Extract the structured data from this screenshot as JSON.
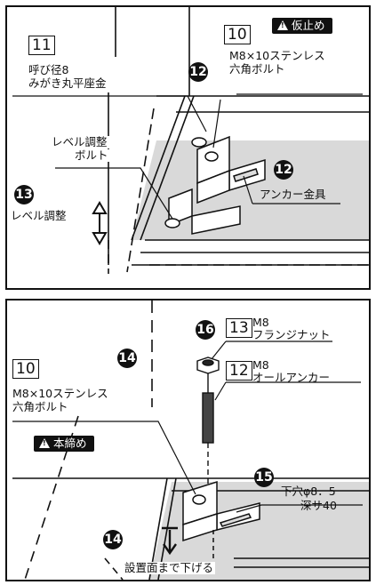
{
  "top": {
    "box_11": "11",
    "washer_label_1": "呼び径8",
    "washer_label_2": "みがき丸平座金",
    "box_10": "10",
    "warning_temp": "仮止め",
    "bolt_label_1": "M8×10ステンレス",
    "bolt_label_2": "六角ボルト",
    "badge_12a": "12",
    "badge_12b": "12",
    "level_bolt_1": "レベル調整",
    "level_bolt_2": "ボルト",
    "badge_13": "13",
    "level_adjust": "レベル調整",
    "anchor_fitting": "アンカー金具"
  },
  "bottom": {
    "badge_16": "16",
    "box_13": "13",
    "flange_nut_1": "M8",
    "flange_nut_2": "フランジナット",
    "badge_14a": "14",
    "box_12": "12",
    "all_anchor_1": "M8",
    "all_anchor_2": "オールアンカー",
    "box_10": "10",
    "bolt_label_1": "M8×10ステンレス",
    "bolt_label_2": "六角ボルト",
    "warning_final": "本締め",
    "badge_15": "15",
    "hole_1": "下穴φ8．5",
    "hole_2": "深サ40",
    "badge_14b": "14",
    "lower_to_floor": "設置面まで下げる"
  }
}
